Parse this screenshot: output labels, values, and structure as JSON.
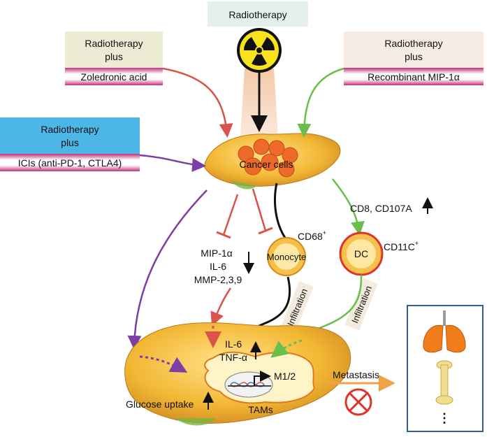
{
  "top_box": {
    "label": "Radiotherapy"
  },
  "boxes": {
    "zoledronic": {
      "line1": "Radiotherapy",
      "line2": "plus",
      "agent": "Zoledronic acid",
      "color": "#ecebd3"
    },
    "mip": {
      "line1": "Radiotherapy",
      "line2": "plus",
      "agent": "Recombinant MIP-1α",
      "color": "#f6ece3"
    },
    "ici": {
      "line1": "Radiotherapy",
      "line2": "plus",
      "agent": "ICIs (anti-PD-1, CTLA4)",
      "color": "#4cb6e6"
    }
  },
  "labels": {
    "cancer_cells": "Cancer cells",
    "cd8": "CD8, CD107A",
    "cd68": "CD68",
    "cd68_sup": "+",
    "monocyte": "Monocyte",
    "dc": "DC",
    "cd11c": "CD11C",
    "cd11c_sup": "+",
    "cytokines": [
      "MIP-1α",
      "IL-6",
      "MMP-2,3,9"
    ],
    "infiltration_left": "Infiltration",
    "infiltration_right": "Infiltration",
    "il6": "IL-6",
    "tnf": "TNF-α",
    "m12": "M1/2",
    "tams": "TAMs",
    "glucose": "Glucose uptake",
    "metastasis": "Metastasis",
    "ellipsis": "⋮"
  },
  "colors": {
    "red_arrow": "#d9534a",
    "green_arrow": "#6abf4b",
    "purple_arrow": "#7b3fa6",
    "orange_arrow": "#f0a24a",
    "liver": "#f0b93a",
    "pink_band": "#c2307a"
  }
}
